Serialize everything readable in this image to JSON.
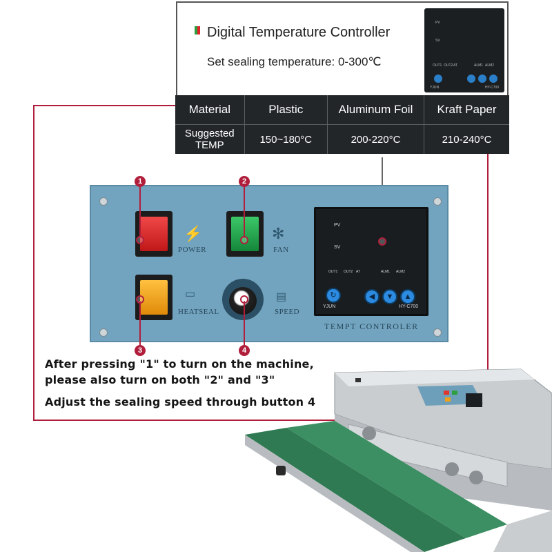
{
  "info": {
    "title": "Digital Temperature Controller",
    "subtitle": "Set sealing temperature: 0-300℃",
    "flag_colors": [
      "#2e9e3e",
      "#e0242a"
    ]
  },
  "table": {
    "header": [
      "Material",
      "Plastic",
      "Aluminum Foil",
      "Kraft Paper"
    ],
    "row": [
      "Suggested TEMP",
      "150~180°C",
      "200-220°C",
      "210-240°C"
    ]
  },
  "panel": {
    "labels": {
      "power": "POWER",
      "fan": "FAN",
      "heatseal": "HEATSEAL",
      "speed": "SPEED",
      "controller": "TEMPT CONTROLER"
    },
    "controller": {
      "pv": "PV",
      "sv": "SV",
      "out1": "OUT1",
      "out2": "OUT2",
      "at": "AT",
      "alm1": "ALM1",
      "alm2": "ALM2",
      "brand": "YJUN",
      "model": "HY-C700"
    },
    "markers": [
      "1",
      "2",
      "3",
      "4"
    ],
    "colors": {
      "panel": "#72a4bf",
      "power_switch": "#d8222a",
      "fan_switch": "#22a04a",
      "heat_switch": "#f0a018",
      "marker": "#b01e3c"
    }
  },
  "instructions": {
    "line1": "After pressing \"1\" to turn on the machine,",
    "line2": "please also turn on both \"2\" and \"3\"",
    "line3": "Adjust the sealing speed through button 4"
  }
}
